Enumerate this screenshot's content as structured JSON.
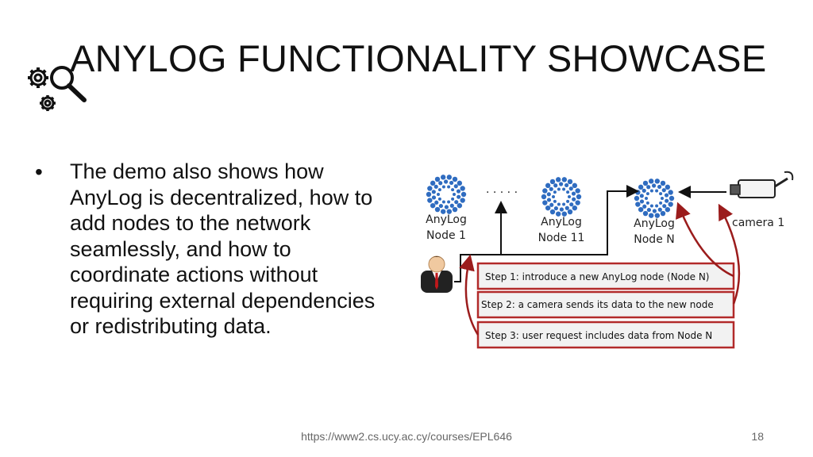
{
  "slide": {
    "title": "ANYLOG FUNCTIONALITY SHOWCASE",
    "bullet": "The demo also shows how AnyLog is decentralized, how to add nodes to the network seamlessly, and how to coordinate actions without requiring external dependencies or redistributing data.",
    "footer_url": "https://www2.cs.ucy.ac.cy/courses/EPL646",
    "page_number": "18",
    "logo_icon": "gears-magnifier-icon"
  },
  "diagram": {
    "nodes": [
      {
        "line1": "AnyLog",
        "line2": "Node 1"
      },
      {
        "line1": "AnyLog",
        "line2": "Node 11"
      },
      {
        "line1": "AnyLog",
        "line2": "Node N"
      }
    ],
    "ellipsis": "· · · · ·",
    "camera_label": "camera 1",
    "steps": [
      "Step 1: introduce a new AnyLog node (Node N)",
      "Step 2: a camera sends its data to the new node",
      "Step 3: user request includes data from Node N"
    ],
    "colors": {
      "node_blue": "#2f6cc0",
      "step_border": "#b22a2a",
      "step_fill": "#f2f2f2",
      "arrow_red": "#9b1c1c"
    }
  }
}
